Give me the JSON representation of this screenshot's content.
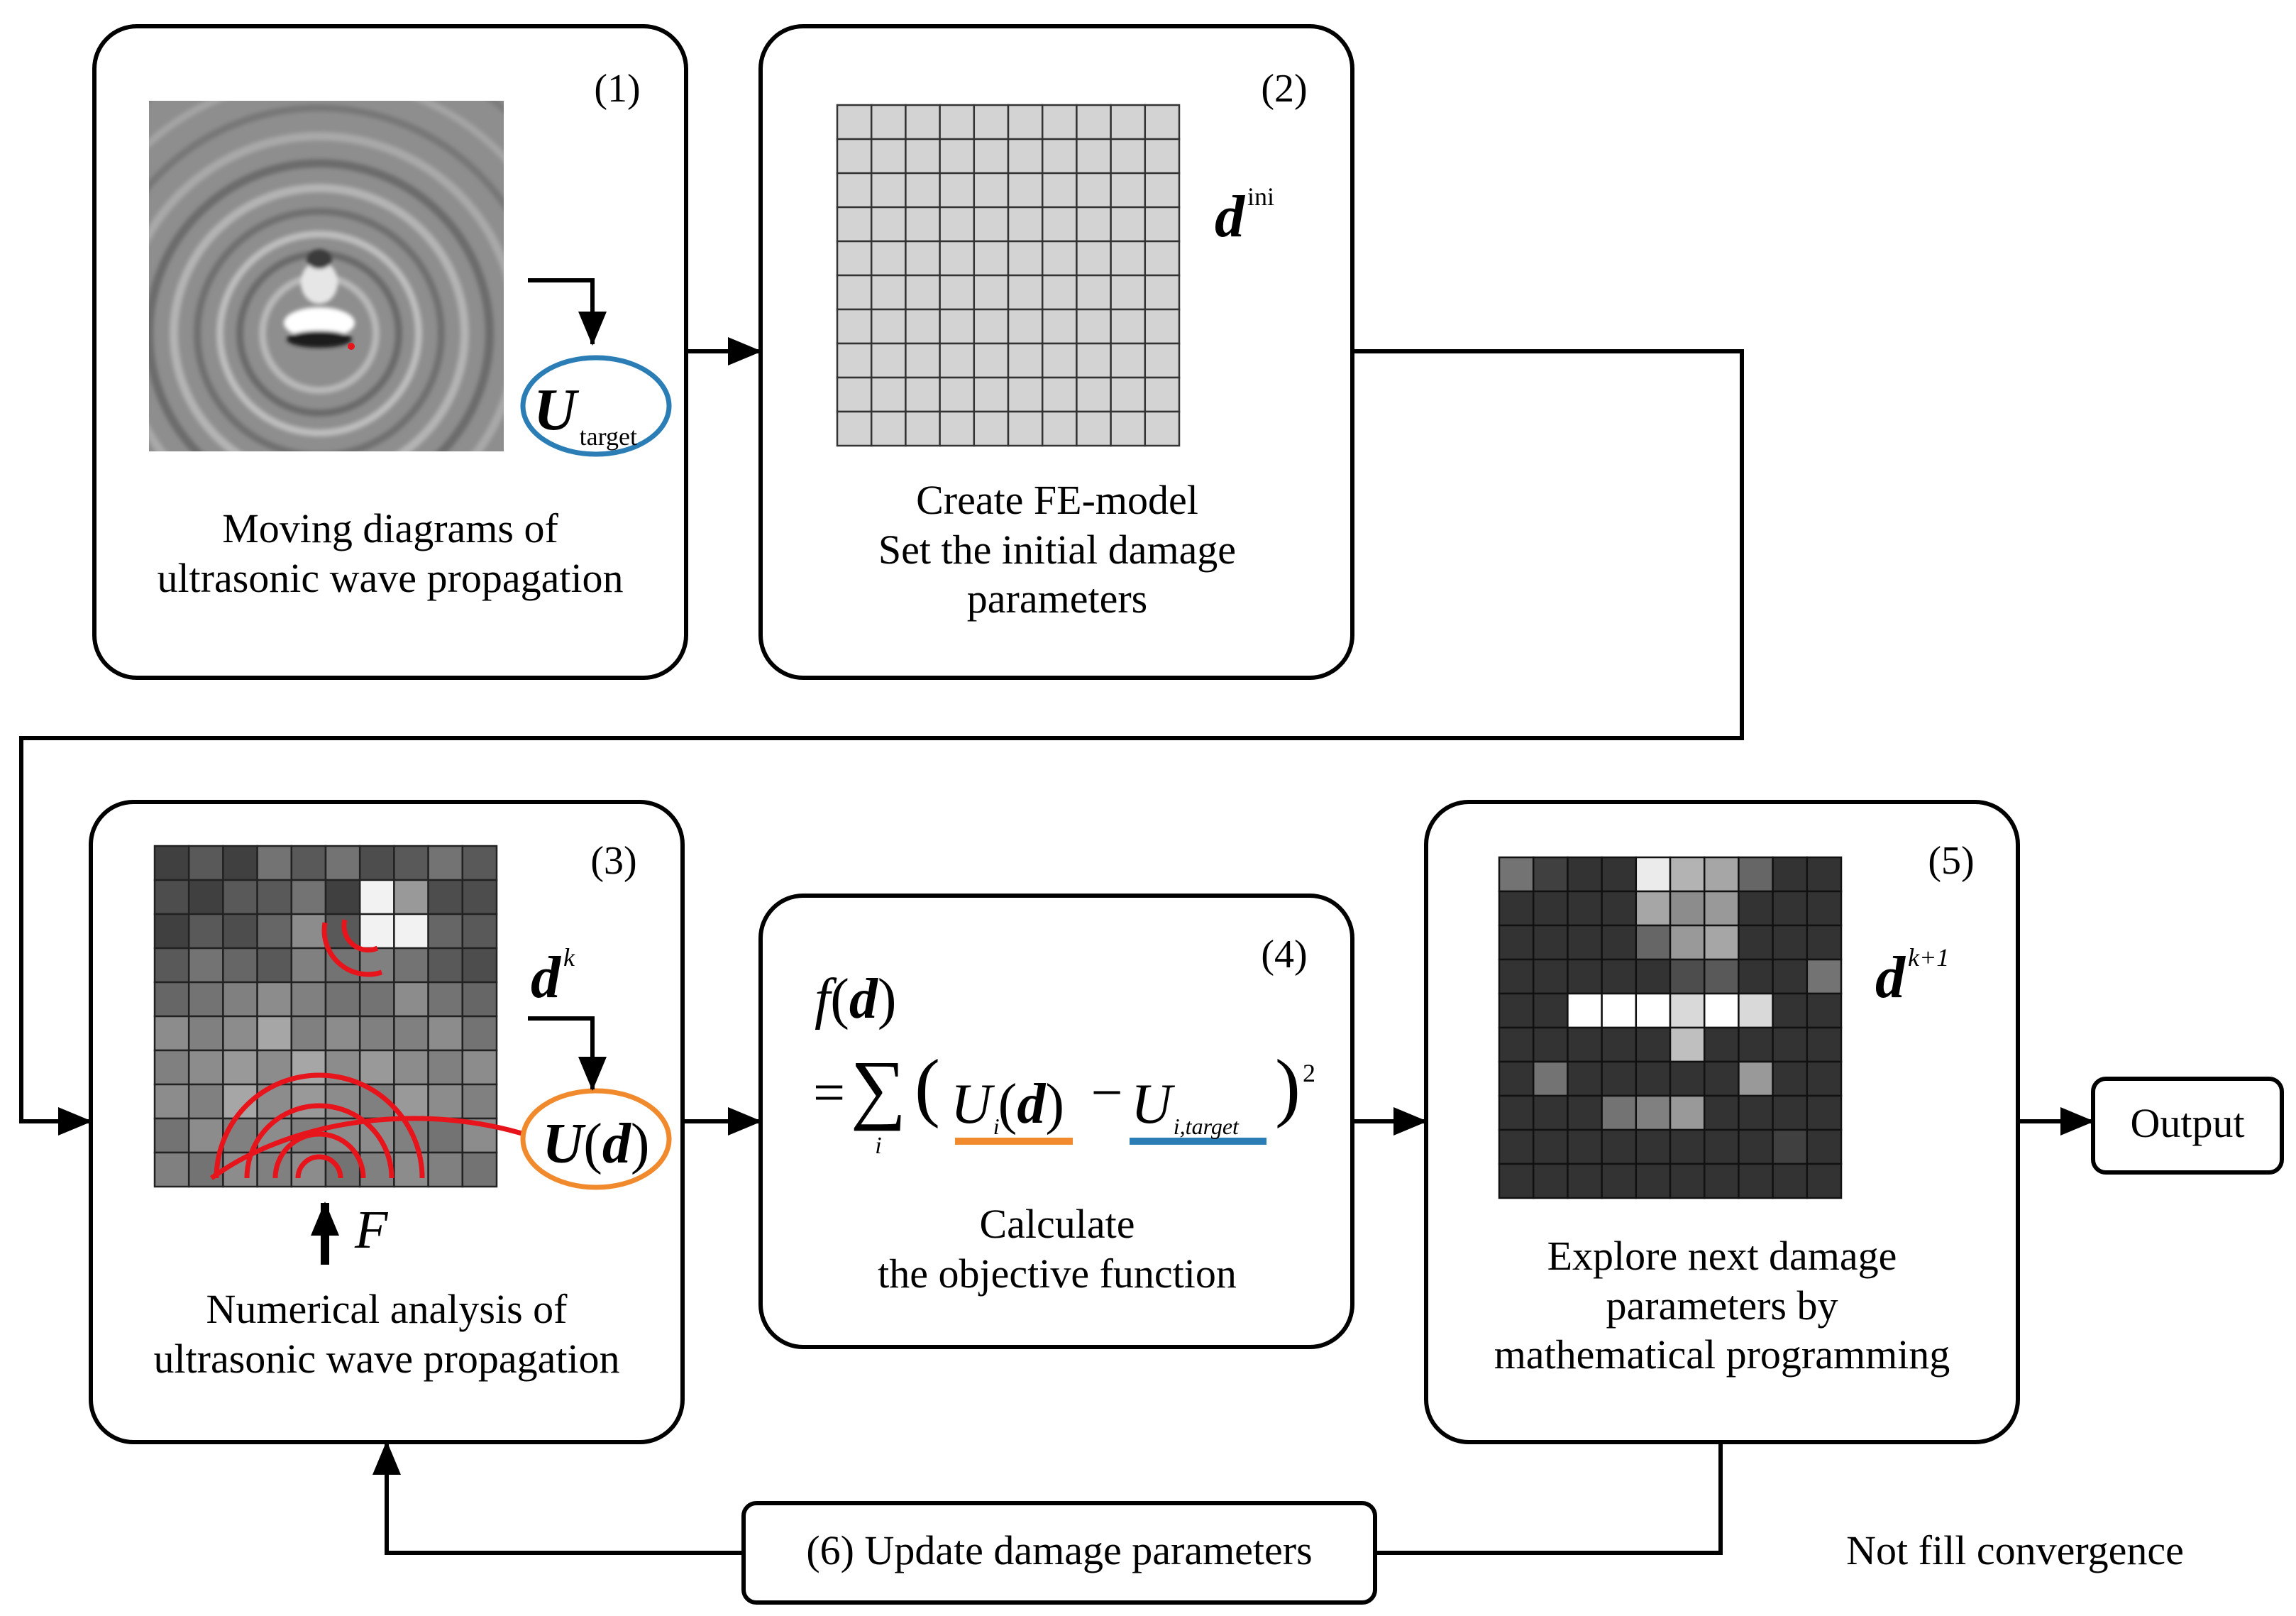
{
  "boxes": {
    "b1": {
      "number": "(1)",
      "caption": "Moving diagrams of\nultrasonic wave propagation"
    },
    "b2": {
      "number": "(2)",
      "caption": "Create FE-model\nSet the initial damage\nparameters"
    },
    "b3": {
      "number": "(3)",
      "caption": "Numerical analysis of\nultrasonic wave propagation"
    },
    "b4": {
      "number": "(4)",
      "caption": "Calculate\nthe objective function"
    },
    "b5": {
      "number": "(5)",
      "caption": "Explore next damage\nparameters by\nmathematical programming"
    }
  },
  "labels": {
    "output": "Output",
    "update": "(6) Update damage parameters",
    "not_convergence": "Not fill convergence"
  },
  "symbols": {
    "U": "U",
    "target_sub": "target",
    "d": "d",
    "ini_sup": "ini",
    "k_sup": "k",
    "kplus1_sup": "k+1",
    "F": "F",
    "f": "f",
    "eq": "=",
    "minus": "−",
    "i_sub": "i",
    "i_target_sub": "i,target",
    "squared": "2"
  },
  "colors": {
    "blue": "#2a7db5",
    "orange": "#f08a2c",
    "red": "#e8141c"
  },
  "grids": {
    "initial_shade": "#d3d3d3",
    "g3": [
      [
        0.25,
        0.35,
        0.25,
        0.45,
        0.35,
        0.45,
        0.3,
        0.35,
        0.45,
        0.35
      ],
      [
        0.3,
        0.25,
        0.35,
        0.35,
        0.45,
        0.25,
        0.95,
        0.6,
        0.3,
        0.3
      ],
      [
        0.25,
        0.35,
        0.3,
        0.4,
        0.55,
        0.35,
        0.95,
        0.95,
        0.4,
        0.35
      ],
      [
        0.35,
        0.45,
        0.4,
        0.35,
        0.5,
        0.45,
        0.5,
        0.45,
        0.35,
        0.3
      ],
      [
        0.4,
        0.45,
        0.5,
        0.55,
        0.5,
        0.45,
        0.45,
        0.55,
        0.45,
        0.4
      ],
      [
        0.55,
        0.5,
        0.55,
        0.65,
        0.5,
        0.55,
        0.5,
        0.5,
        0.55,
        0.45
      ],
      [
        0.5,
        0.55,
        0.6,
        0.55,
        0.65,
        0.55,
        0.6,
        0.55,
        0.5,
        0.55
      ],
      [
        0.55,
        0.5,
        0.65,
        0.55,
        0.6,
        0.55,
        0.5,
        0.6,
        0.55,
        0.5
      ],
      [
        0.45,
        0.55,
        0.5,
        0.55,
        0.5,
        0.55,
        0.55,
        0.5,
        0.45,
        0.55
      ],
      [
        0.5,
        0.45,
        0.55,
        0.5,
        0.55,
        0.45,
        0.5,
        0.55,
        0.5,
        0.45
      ]
    ],
    "g5": [
      [
        0.45,
        0.25,
        0.2,
        0.2,
        0.92,
        0.7,
        0.65,
        0.4,
        0.2,
        0.2
      ],
      [
        0.2,
        0.2,
        0.2,
        0.2,
        0.65,
        0.55,
        0.6,
        0.2,
        0.2,
        0.2
      ],
      [
        0.2,
        0.2,
        0.2,
        0.2,
        0.4,
        0.6,
        0.65,
        0.2,
        0.2,
        0.2
      ],
      [
        0.2,
        0.2,
        0.2,
        0.2,
        0.2,
        0.3,
        0.35,
        0.2,
        0.2,
        0.45
      ],
      [
        0.2,
        0.2,
        1.0,
        1.0,
        1.0,
        0.85,
        1.0,
        0.85,
        0.2,
        0.2
      ],
      [
        0.2,
        0.2,
        0.2,
        0.2,
        0.2,
        0.75,
        0.2,
        0.2,
        0.2,
        0.2
      ],
      [
        0.2,
        0.45,
        0.2,
        0.2,
        0.2,
        0.2,
        0.2,
        0.6,
        0.2,
        0.2
      ],
      [
        0.2,
        0.2,
        0.2,
        0.45,
        0.5,
        0.6,
        0.2,
        0.2,
        0.2,
        0.2
      ],
      [
        0.2,
        0.2,
        0.2,
        0.2,
        0.2,
        0.2,
        0.2,
        0.2,
        0.25,
        0.2
      ],
      [
        0.2,
        0.2,
        0.2,
        0.2,
        0.2,
        0.2,
        0.2,
        0.2,
        0.2,
        0.2
      ]
    ]
  }
}
